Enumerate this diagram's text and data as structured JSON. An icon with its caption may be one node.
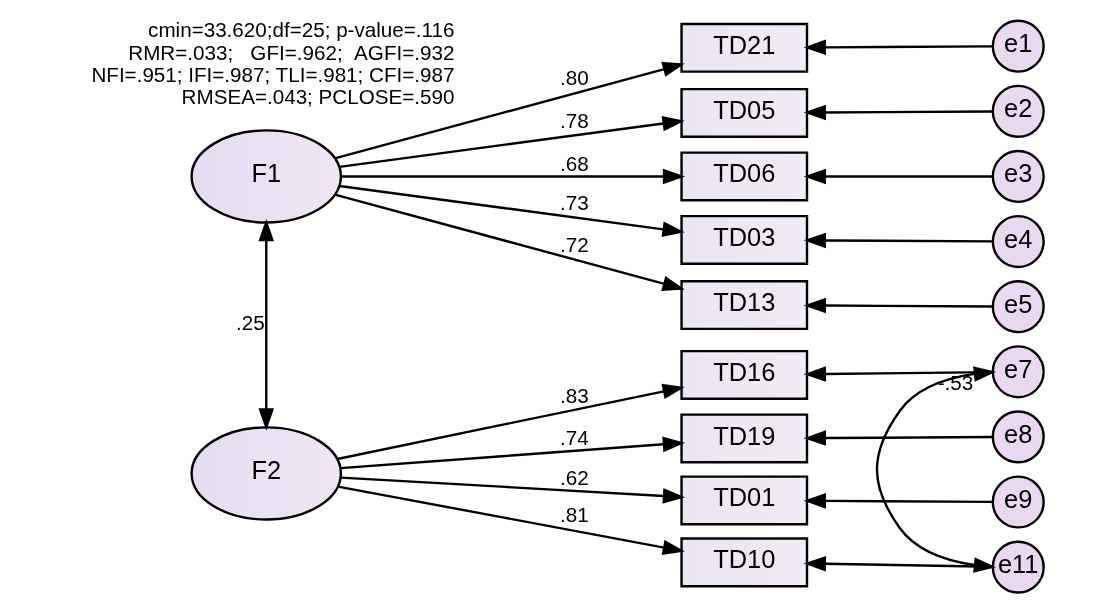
{
  "diagram": {
    "nodes": [
      {
        "text": [
          "F1"
        ]
      },
      {
        "text": [
          "F2"
        ]
      },
      {
        "text": [
          "TD21"
        ]
      },
      {
        "text": [
          "TD05"
        ]
      },
      {
        "text": [
          "TD06"
        ]
      },
      {
        "text": [
          "TD03"
        ]
      },
      {
        "text": [
          "TD13"
        ]
      },
      {
        "text": [
          "TD16"
        ]
      },
      {
        "text": [
          "TD19"
        ]
      },
      {
        "text": [
          "TD01"
        ]
      },
      {
        "text": [
          "TD10"
        ]
      },
      {
        "text": [
          "e1"
        ]
      },
      {
        "text": [
          "e2"
        ]
      },
      {
        "text": [
          "e3"
        ]
      },
      {
        "text": [
          "e4"
        ]
      },
      {
        "text": [
          "e5"
        ]
      },
      {
        "text": [
          "e7"
        ]
      },
      {
        "text": [
          "e8"
        ]
      },
      {
        "text": [
          "e9"
        ]
      },
      {
        "text": [
          "e11"
        ]
      }
    ],
    "edges": [
      {
        "from": 0,
        "to": 2,
        "arrow": "to",
        "label": ".80"
      },
      {
        "from": 0,
        "to": 3,
        "arrow": "to",
        "label": ".78"
      },
      {
        "from": 0,
        "to": 4,
        "arrow": "to",
        "label": ".68"
      },
      {
        "from": 0,
        "to": 5,
        "arrow": "to",
        "label": ".73"
      },
      {
        "from": 0,
        "to": 6,
        "arrow": "to",
        "label": ".72"
      },
      {
        "from": 1,
        "to": 7,
        "arrow": "to",
        "label": ".83"
      },
      {
        "from": 1,
        "to": 8,
        "arrow": "to",
        "label": ".74"
      },
      {
        "from": 1,
        "to": 9,
        "arrow": "to",
        "label": ".62"
      },
      {
        "from": 1,
        "to": 10,
        "arrow": "to",
        "label": ".81"
      },
      {
        "from": 11,
        "to": 2,
        "arrow": "to"
      },
      {
        "from": 12,
        "to": 3,
        "arrow": "to"
      },
      {
        "from": 13,
        "to": 4,
        "arrow": "to"
      },
      {
        "from": 14,
        "to": 5,
        "arrow": "to"
      },
      {
        "from": 15,
        "to": 6,
        "arrow": "to"
      },
      {
        "from": 16,
        "to": 7,
        "arrow": "to"
      },
      {
        "from": 17,
        "to": 8,
        "arrow": "to"
      },
      {
        "from": 18,
        "to": 9,
        "arrow": "to"
      },
      {
        "from": 19,
        "to": 10,
        "arrow": "to"
      },
      {
        "from": 0,
        "to": 1,
        "arrow": "both",
        "label": ".25"
      },
      {
        "from": 16,
        "to": 19,
        "arrow": "both",
        "label": "-.53"
      }
    ],
    "labels": [
      "cmin=33.620;df=25; p-value=.116",
      "RMR=.033;   GFI=.962;  AGFI=.932",
      "NFI=.951; IFI=.987; TLI=.981; CFI=.987",
      "RMSEA=.043; PCLOSE=.590"
    ]
  }
}
